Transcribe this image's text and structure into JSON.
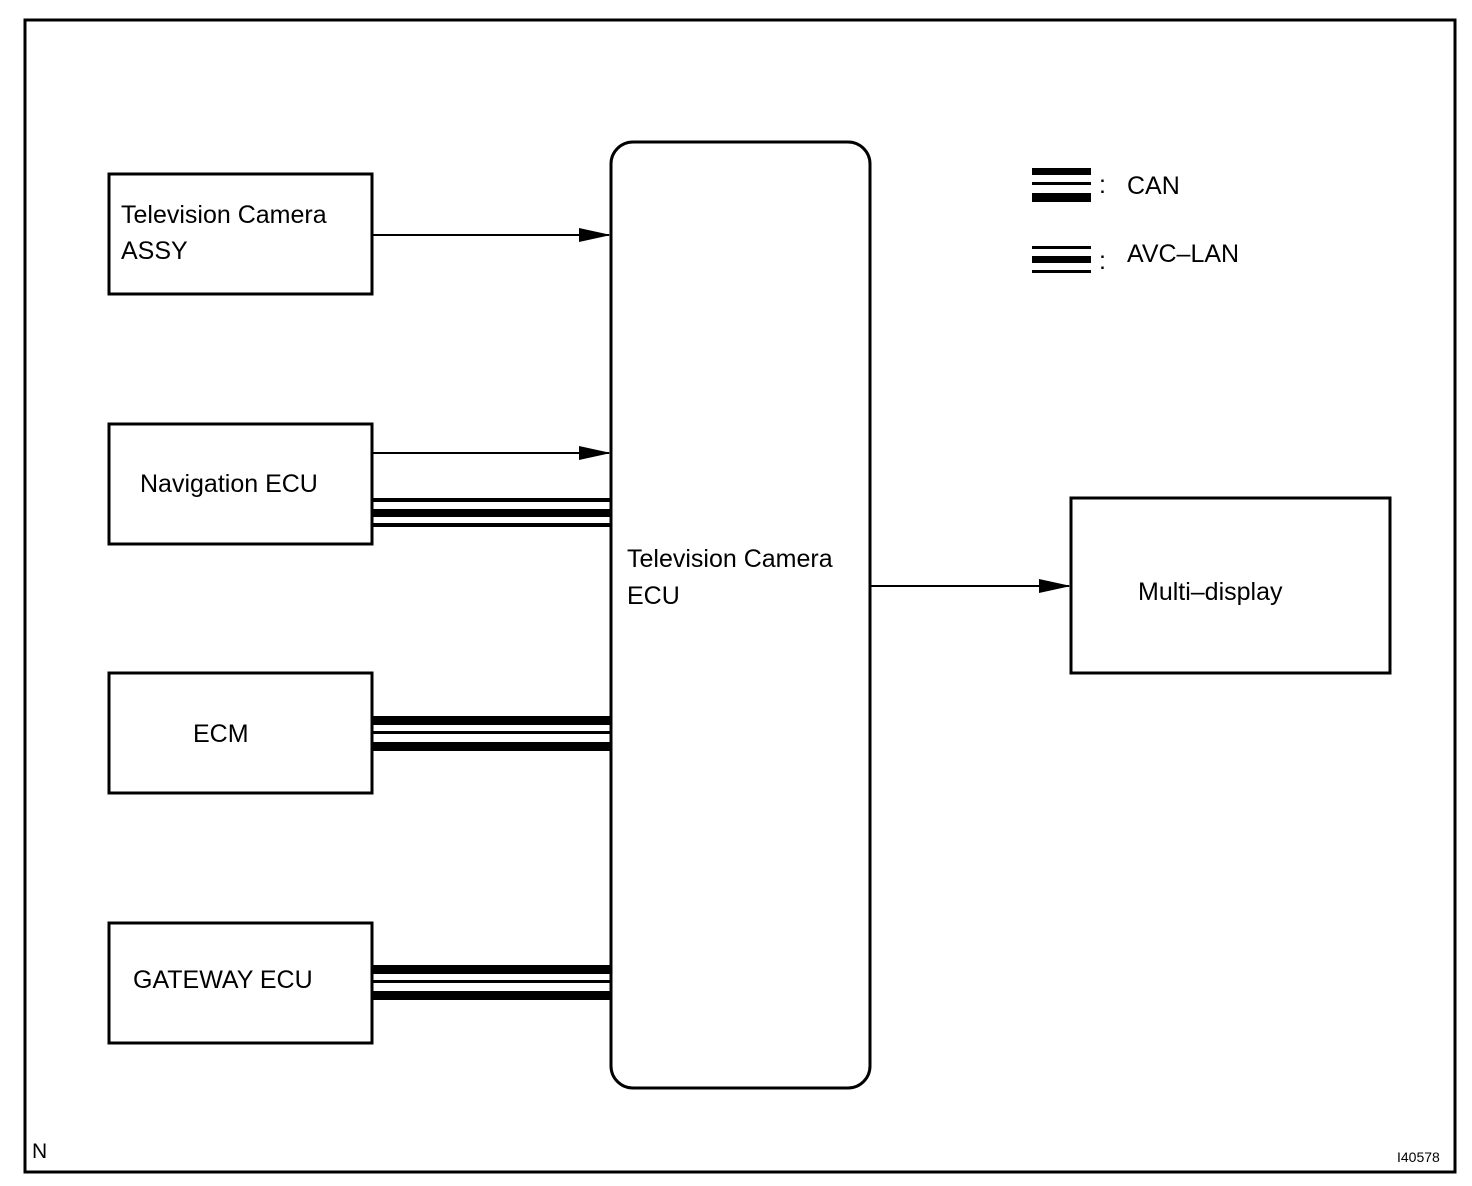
{
  "legend": {
    "can_label": "CAN",
    "avc_lan_label": "AVC–LAN",
    "separator": ":"
  },
  "blocks": {
    "tv_camera_assy": {
      "line1": "Television Camera",
      "line2": "ASSY"
    },
    "navigation_ecu": {
      "label": "Navigation ECU"
    },
    "ecm": {
      "label": "ECM"
    },
    "gateway_ecu": {
      "label": "GATEWAY ECU"
    },
    "tv_camera_ecu": {
      "line1": "Television Camera",
      "line2": "ECU"
    },
    "multi_display": {
      "label": "Multi–display"
    }
  },
  "connections": [
    {
      "from": "Television Camera ASSY",
      "to": "Television Camera ECU",
      "type": "signal"
    },
    {
      "from": "Navigation ECU",
      "to": "Television Camera ECU",
      "type": "signal"
    },
    {
      "from": "Navigation ECU",
      "to": "Television Camera ECU",
      "type": "AVC–LAN"
    },
    {
      "from": "ECM",
      "to": "Television Camera ECU",
      "type": "CAN"
    },
    {
      "from": "GATEWAY ECU",
      "to": "Television Camera ECU",
      "type": "CAN"
    },
    {
      "from": "Television Camera ECU",
      "to": "Multi–display",
      "type": "signal"
    }
  ],
  "footer": {
    "corner_mark": "N",
    "figure_id": "I40578"
  }
}
